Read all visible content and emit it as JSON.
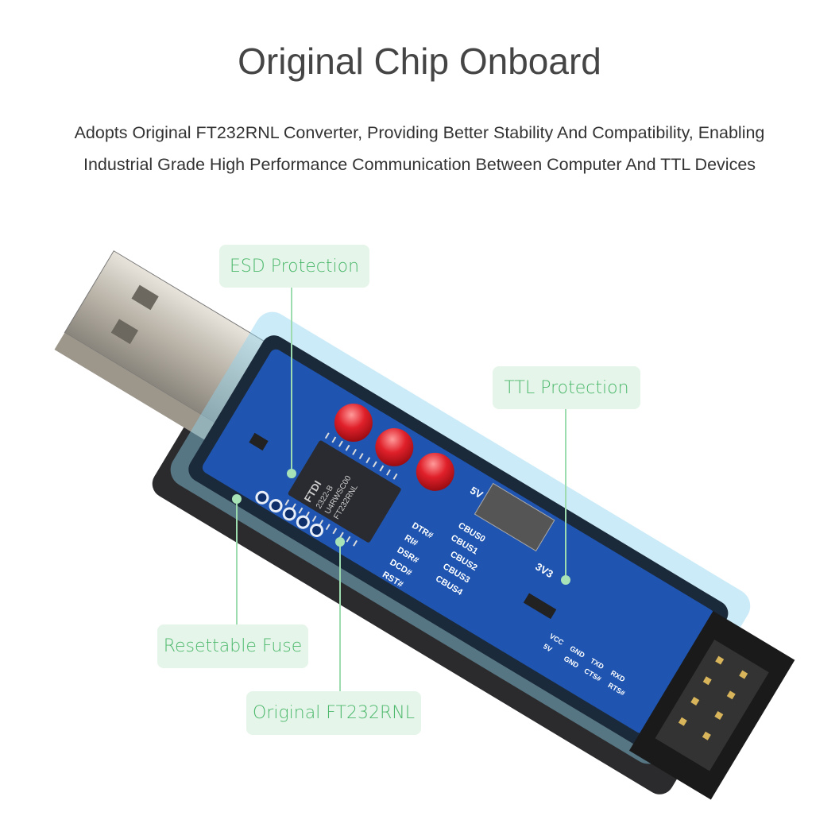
{
  "header": {
    "title": "Original Chip Onboard",
    "subtitle_line1": "Adopts Original FT232RNL Converter, Providing Better Stability And Compatibility, Enabling",
    "subtitle_line2": "Industrial Grade High Performance Communication Between Computer And TTL Devices"
  },
  "callouts": {
    "esd": "ESD Protection",
    "ttl": "TTL Protection",
    "fuse": "Resettable Fuse",
    "chip": "Original FT232RNL"
  },
  "board": {
    "chip_brand": "FTDI",
    "chip_lines": [
      "2322-B",
      "U4RWSC00",
      "FT232RNL"
    ],
    "pin_labels": [
      "DTR#",
      "RI#",
      "DSR#",
      "DCD#",
      "RST#",
      "CBUS0",
      "CBUS1",
      "CBUS2",
      "CBUS3",
      "CBUS4"
    ],
    "voltage_labels": [
      "5V",
      "3V3"
    ],
    "header_labels": [
      "VCC",
      "GND",
      "TXD",
      "RXD",
      "5V",
      "GND",
      "CTS#",
      "RTS#"
    ]
  },
  "colors": {
    "accent_green": "#4cb86c",
    "callout_bg": "#e5f5e9",
    "pcb_blue": "#1f55b0",
    "led_red": "#e0202a"
  }
}
